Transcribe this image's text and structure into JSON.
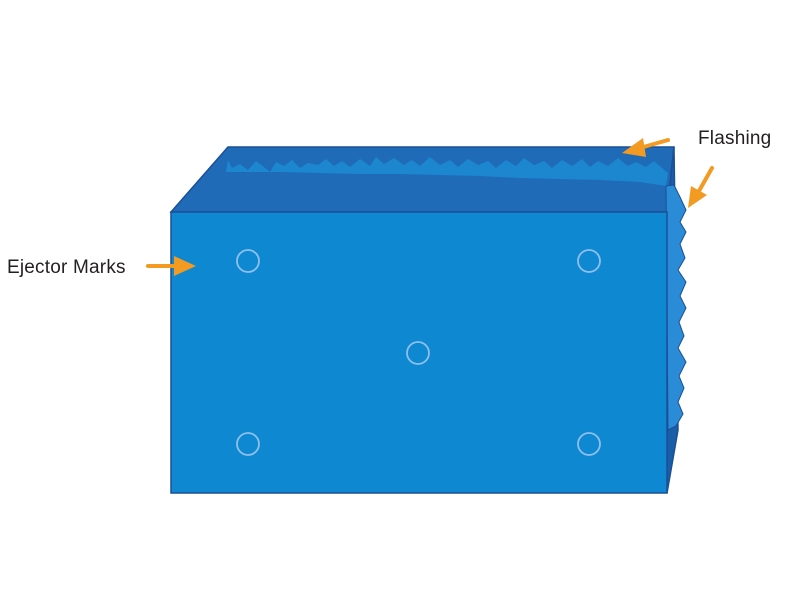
{
  "labels": {
    "flashing": "Flashing",
    "ejector_marks": "Ejector Marks"
  },
  "colors": {
    "front_face": "#0f88d2",
    "top_face": "#1f6bb8",
    "top_flash": "#1c86cf",
    "side_face": "#1a5ea8",
    "side_flash": "#2a8bd6",
    "outline": "#1b4f96",
    "ejector_mark": "#8fc0ea",
    "arrow": "#f29a21",
    "label_text": "#231f20"
  },
  "ejector_marks": {
    "count": 5
  }
}
